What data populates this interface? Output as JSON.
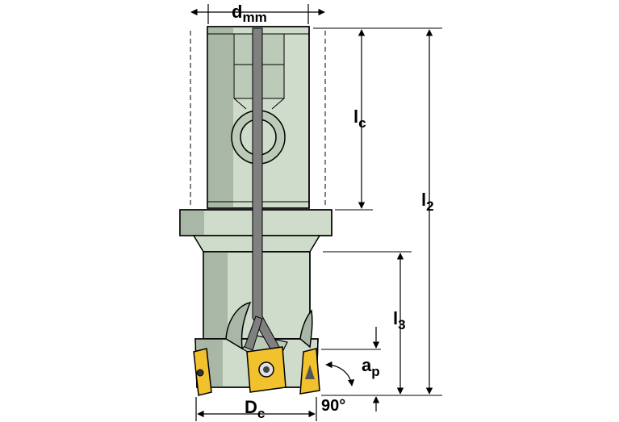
{
  "labels": {
    "dmm": {
      "main": "d",
      "sub": "mm"
    },
    "lc": {
      "main": "l",
      "sub": "c"
    },
    "l2": {
      "main": "l",
      "sub": "2"
    },
    "l3": {
      "main": "l",
      "sub": "3"
    },
    "ap": {
      "main": "a",
      "sub": "p"
    },
    "dc": {
      "main": "D",
      "sub": "c"
    },
    "angle": "90°"
  },
  "colors": {
    "body": "#cfdccb",
    "shadow": "#a9b8a6",
    "insert": "#f2c12e",
    "coolant": "#808080",
    "line": "#000000"
  }
}
